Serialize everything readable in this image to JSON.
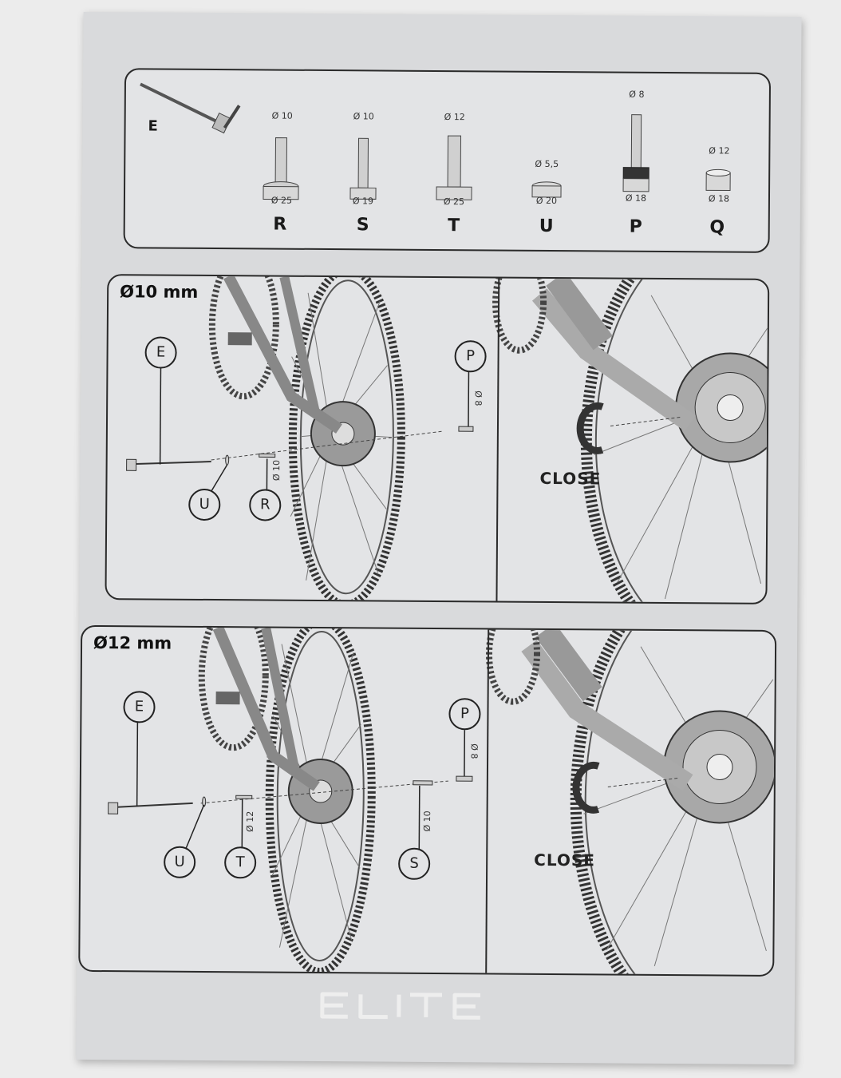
{
  "parts": {
    "e_label": "E",
    "items": [
      {
        "letter": "R",
        "top_dim": "Ø 10",
        "bottom_dim": "Ø 25"
      },
      {
        "letter": "S",
        "top_dim": "Ø 10",
        "bottom_dim": "Ø 19"
      },
      {
        "letter": "T",
        "top_dim": "Ø 12",
        "bottom_dim": "Ø 25"
      },
      {
        "letter": "U",
        "top_dim": "Ø 5,5",
        "bottom_dim": "Ø 20"
      },
      {
        "letter": "P",
        "top_dim": "Ø 8",
        "bottom_dim": "Ø 18"
      },
      {
        "letter": "Q",
        "top_dim": "Ø 12",
        "bottom_dim": "Ø 18"
      }
    ]
  },
  "step1": {
    "title": "Ø10 mm",
    "callouts": {
      "e": "E",
      "u": "U",
      "r": "R",
      "p": "P"
    },
    "dims": {
      "r": "Ø 10",
      "p": "Ø 8"
    },
    "close_label": "CLOSE"
  },
  "step2": {
    "title": "Ø12 mm",
    "callouts": {
      "e": "E",
      "u": "U",
      "t": "T",
      "s": "S",
      "p": "P"
    },
    "dims": {
      "t": "Ø 12",
      "s": "Ø 10",
      "p": "Ø 8"
    },
    "close_label": "CLOSE"
  },
  "brand": {
    "logo": "ELITE"
  },
  "colors": {
    "paper": "#d9dadc",
    "ink": "#2a2a2a",
    "background": "#ececec"
  }
}
